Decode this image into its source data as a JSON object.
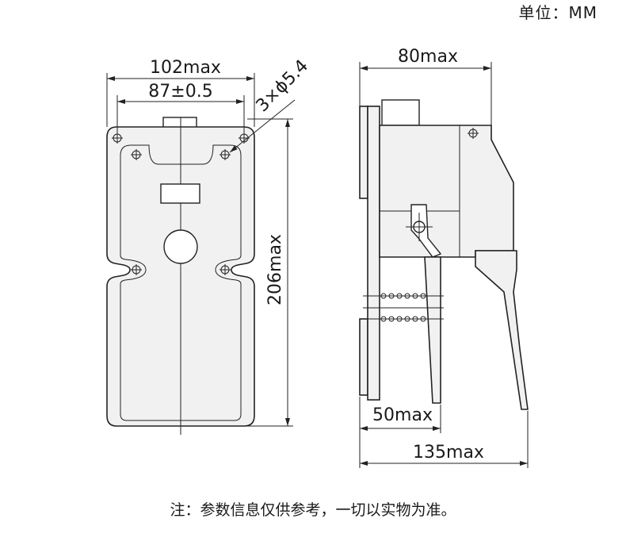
{
  "unit_label": "单位：MM",
  "note": "注：参数信息仅供参考，一切以实物为准。",
  "front_view": {
    "width_max": "102max",
    "hole_pitch": "87±0.5",
    "holes": "3×ϕ5.4",
    "height_max": "206max"
  },
  "side_view": {
    "depth_top": "80max",
    "depth_mid": "50max",
    "depth_total": "135max"
  },
  "colors": {
    "line": "#222222",
    "fill": "#f1f1f1",
    "background": "#ffffff"
  }
}
